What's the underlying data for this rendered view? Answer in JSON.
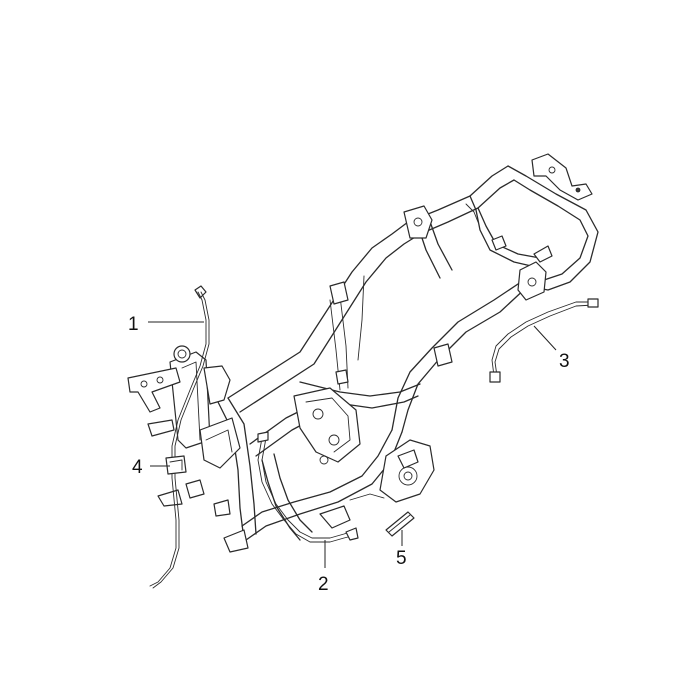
{
  "callouts": {
    "c1": "1",
    "c2": "2",
    "c3": "3",
    "c4": "4",
    "c5": "5"
  },
  "colors": {
    "line": "#2b2b2b",
    "background": "#ffffff"
  }
}
